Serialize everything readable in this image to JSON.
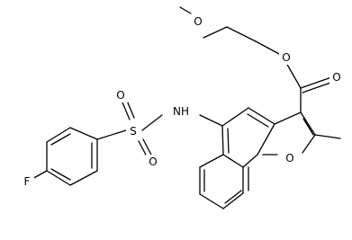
{
  "structure": {
    "atoms": {
      "ether_O": "O",
      "ester_O": "O",
      "carbonyl_O": "O",
      "furan_O": "O",
      "nitrogen": "NH",
      "sulfur": "S",
      "sulfonyl_O_upper": "O",
      "sulfonyl_O_lower": "O",
      "fluorine": "F"
    }
  }
}
